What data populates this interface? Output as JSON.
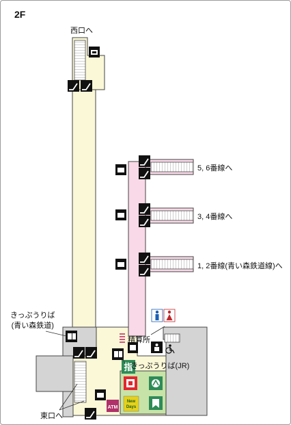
{
  "floor": {
    "label": "2F"
  },
  "labels": {
    "west_exit": "西口へ",
    "platform_56": "5, 6番線へ",
    "platform_34": "3, 4番線へ",
    "platform_12": "1, 2番線(青い森鉄道線)へ",
    "ticket_aoimori_line1": "きっぷうりば",
    "ticket_aoimori_line2": "(青い森鉄道)",
    "fare_adjustment": "精算所",
    "ticket_jr": "きっぷうりば(JR)",
    "east_exit": "東口へ"
  },
  "badges": {
    "tactile": "指",
    "atm": "ATM",
    "newdays_line1": "New",
    "newdays_line2": "Days"
  },
  "colors": {
    "concourse": "#fbf8d8",
    "ticket_gate_area": "#f9d9e7",
    "shop_area": "#c7e3a8",
    "gray_area": "#d4d4d4",
    "tactile_badge": "#2e8b57",
    "atm_badge": "#b0306a",
    "male_toilet": "#1a5fb4",
    "female_toilet": "#c0282d",
    "newdays": "#e6d11a",
    "icon_dark": "#111111"
  },
  "icons": [
    "elevator-icon",
    "escalator-icon",
    "toilet-male-icon",
    "toilet-female-icon",
    "wheelchair-icon",
    "nursing-room-icon",
    "ticket-machine-icon",
    "coin-locker-icon",
    "mobile-icon",
    "atm-icon",
    "newdays-icon"
  ]
}
